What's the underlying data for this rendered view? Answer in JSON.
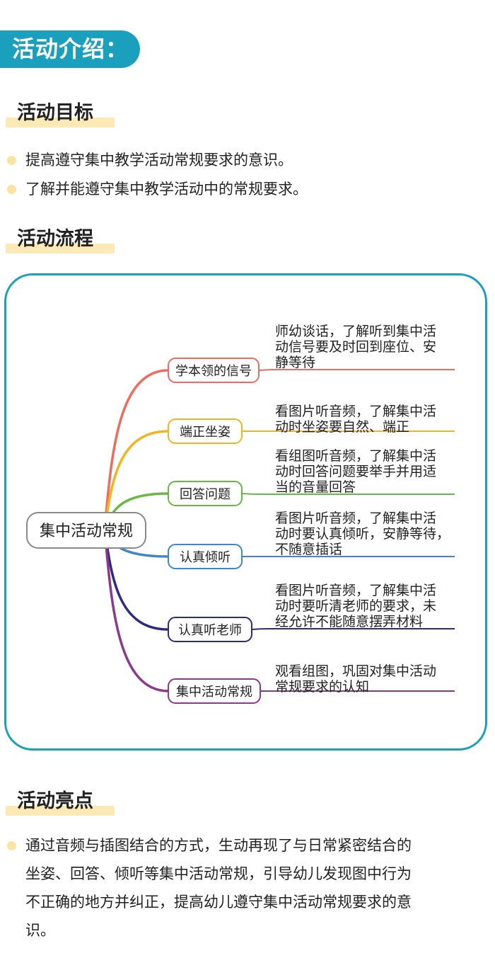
{
  "banner": {
    "title": "活动介绍："
  },
  "goals": {
    "heading": "活动目标",
    "items": [
      "提高遵守集中教学活动常规要求的意识。",
      "了解并能遵守集中教学活动中的常规要求。"
    ]
  },
  "process": {
    "heading": "活动流程",
    "mindmap": {
      "root": "集中活动常规",
      "branches": [
        {
          "label": "学本领的信号",
          "color": "#ef6b5e",
          "desc": [
            "师幼谈话，了解听到集中活",
            "动信号要及时回到座位、安",
            "静等待"
          ]
        },
        {
          "label": "端正坐姿",
          "color": "#f4b41f",
          "desc": [
            "看图片听音频，了解集中活",
            "动时坐姿要自然、端正"
          ]
        },
        {
          "label": "回答问题",
          "color": "#6ab744",
          "desc": [
            "看组图听音频，了解集中活",
            "动时回答问题要举手并用适",
            "当的音量回答"
          ]
        },
        {
          "label": "认真倾听",
          "color": "#3f87c9",
          "desc": [
            "看图片听音频，了解集中活",
            "动时要认真倾听，安静等待，",
            "不随意插话"
          ]
        },
        {
          "label": "认真听老师",
          "color": "#2e2a83",
          "desc": [
            "看图片听音频，了解集中活",
            "动时要听清老师的要求，未",
            "经允许不能随意摆弄材料"
          ]
        },
        {
          "label": "集中活动常规",
          "color": "#8a3a8c",
          "desc": [
            "观看组图，巩固对集中活动",
            "常规要求的认知"
          ]
        }
      ]
    }
  },
  "highlights": {
    "heading": "活动亮点",
    "lines": [
      "通过音频与插图结合的方式，生动再现了与日常紧密结合的",
      "坐姿、回答、倾听等集中活动常规，引导幼儿发现图中行为",
      "不正确的地方并纠正，提高幼儿遵守集中活动常规要求的意",
      "识。"
    ]
  },
  "colors": {
    "accent": "#1aa0bd",
    "highlight": "#fbe9b6",
    "bullet": "#fbe3a1"
  }
}
